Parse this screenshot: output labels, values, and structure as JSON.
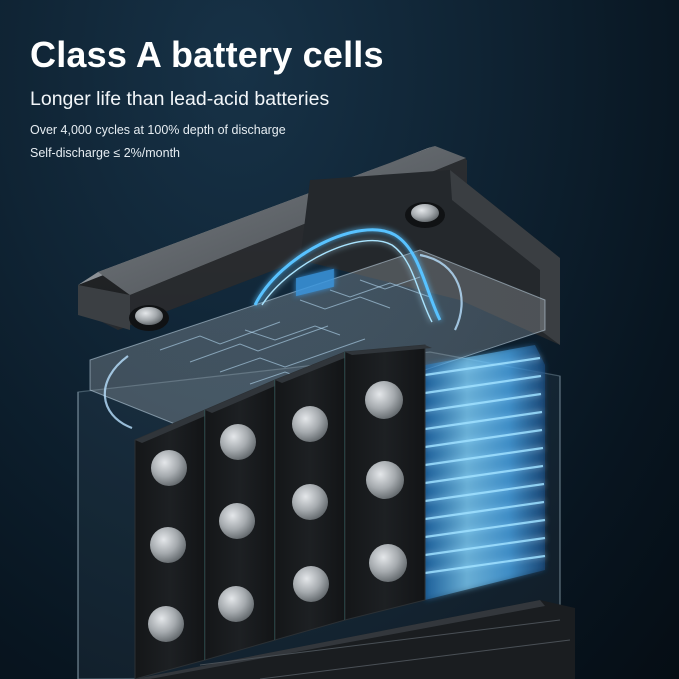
{
  "headline": "Class A battery cells",
  "subheadline": "Longer life than lead-acid batteries",
  "bullets": [
    "Over 4,000 cycles at 100% depth of discharge",
    "Self-discharge ≤ 2%/month"
  ],
  "image": {
    "subject": "battery-pack-exploded-view",
    "icons": [
      "battery-lid",
      "terminal-post",
      "bms-circuit-board",
      "prismatic-cell",
      "cell-stack"
    ]
  },
  "colors": {
    "accent_glow": "#3fb2ff",
    "background": "#0f2333",
    "lid": "#5c6166",
    "cell": "#181a1c",
    "terminal": "#9ea3a7"
  }
}
